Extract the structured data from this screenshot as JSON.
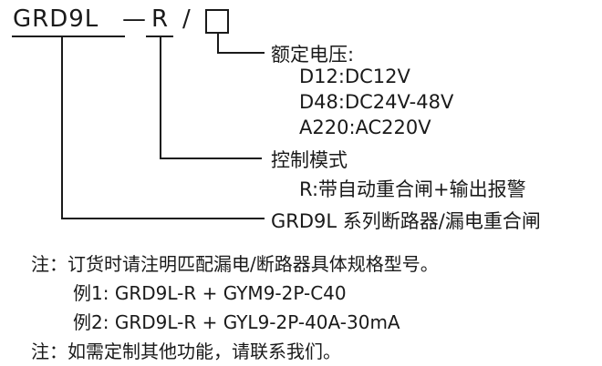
{
  "model_code": {
    "prefix": "GRD9L",
    "dash": "—",
    "control": "R",
    "slash": "/"
  },
  "voltage": {
    "title": "额定电压:",
    "options": [
      "D12:DC12V",
      "D48:DC24V-48V",
      "A220:AC220V"
    ]
  },
  "control_mode": {
    "title": "控制模式",
    "option": "R:带自动重合闸+输出报警"
  },
  "series": {
    "label": "GRD9L 系列断路器/漏电重合闸"
  },
  "notes": {
    "order_note": "注：订货时请注明匹配漏电/断路器具体规格型号。",
    "example1": "例1: GRD9L-R + GYM9-2P-C40",
    "example2": "例2: GRD9L-R + GYL9-2P-40A-30mA",
    "custom_note": "注：如需定制其他功能，请联系我们。"
  }
}
